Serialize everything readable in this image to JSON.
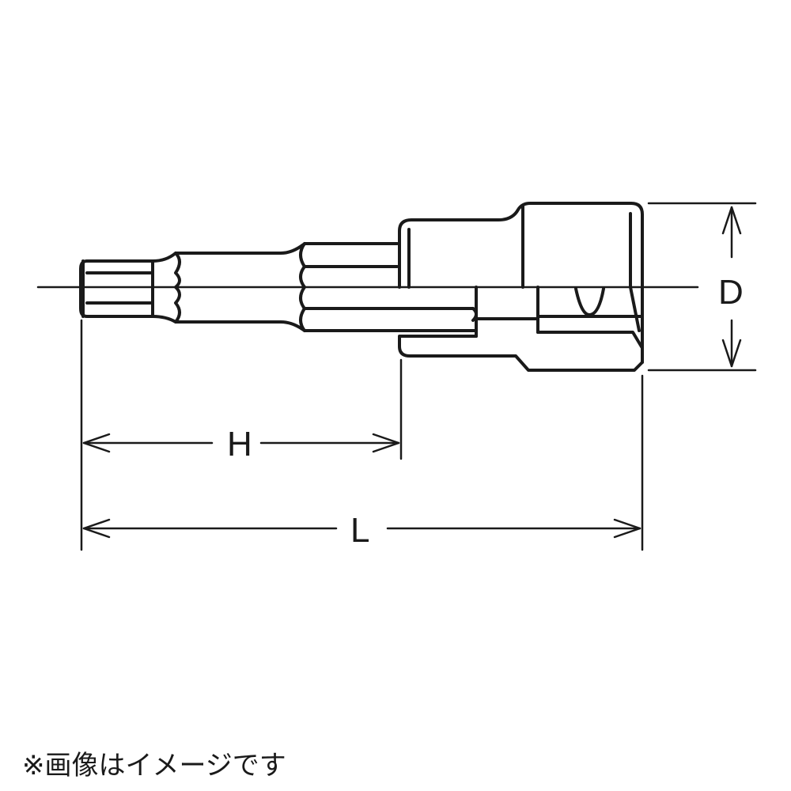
{
  "diagram": {
    "dimension_labels": {
      "diameter": "D",
      "hex_length": "H",
      "overall_length": "L"
    },
    "caption": "※画像はイメージです"
  }
}
